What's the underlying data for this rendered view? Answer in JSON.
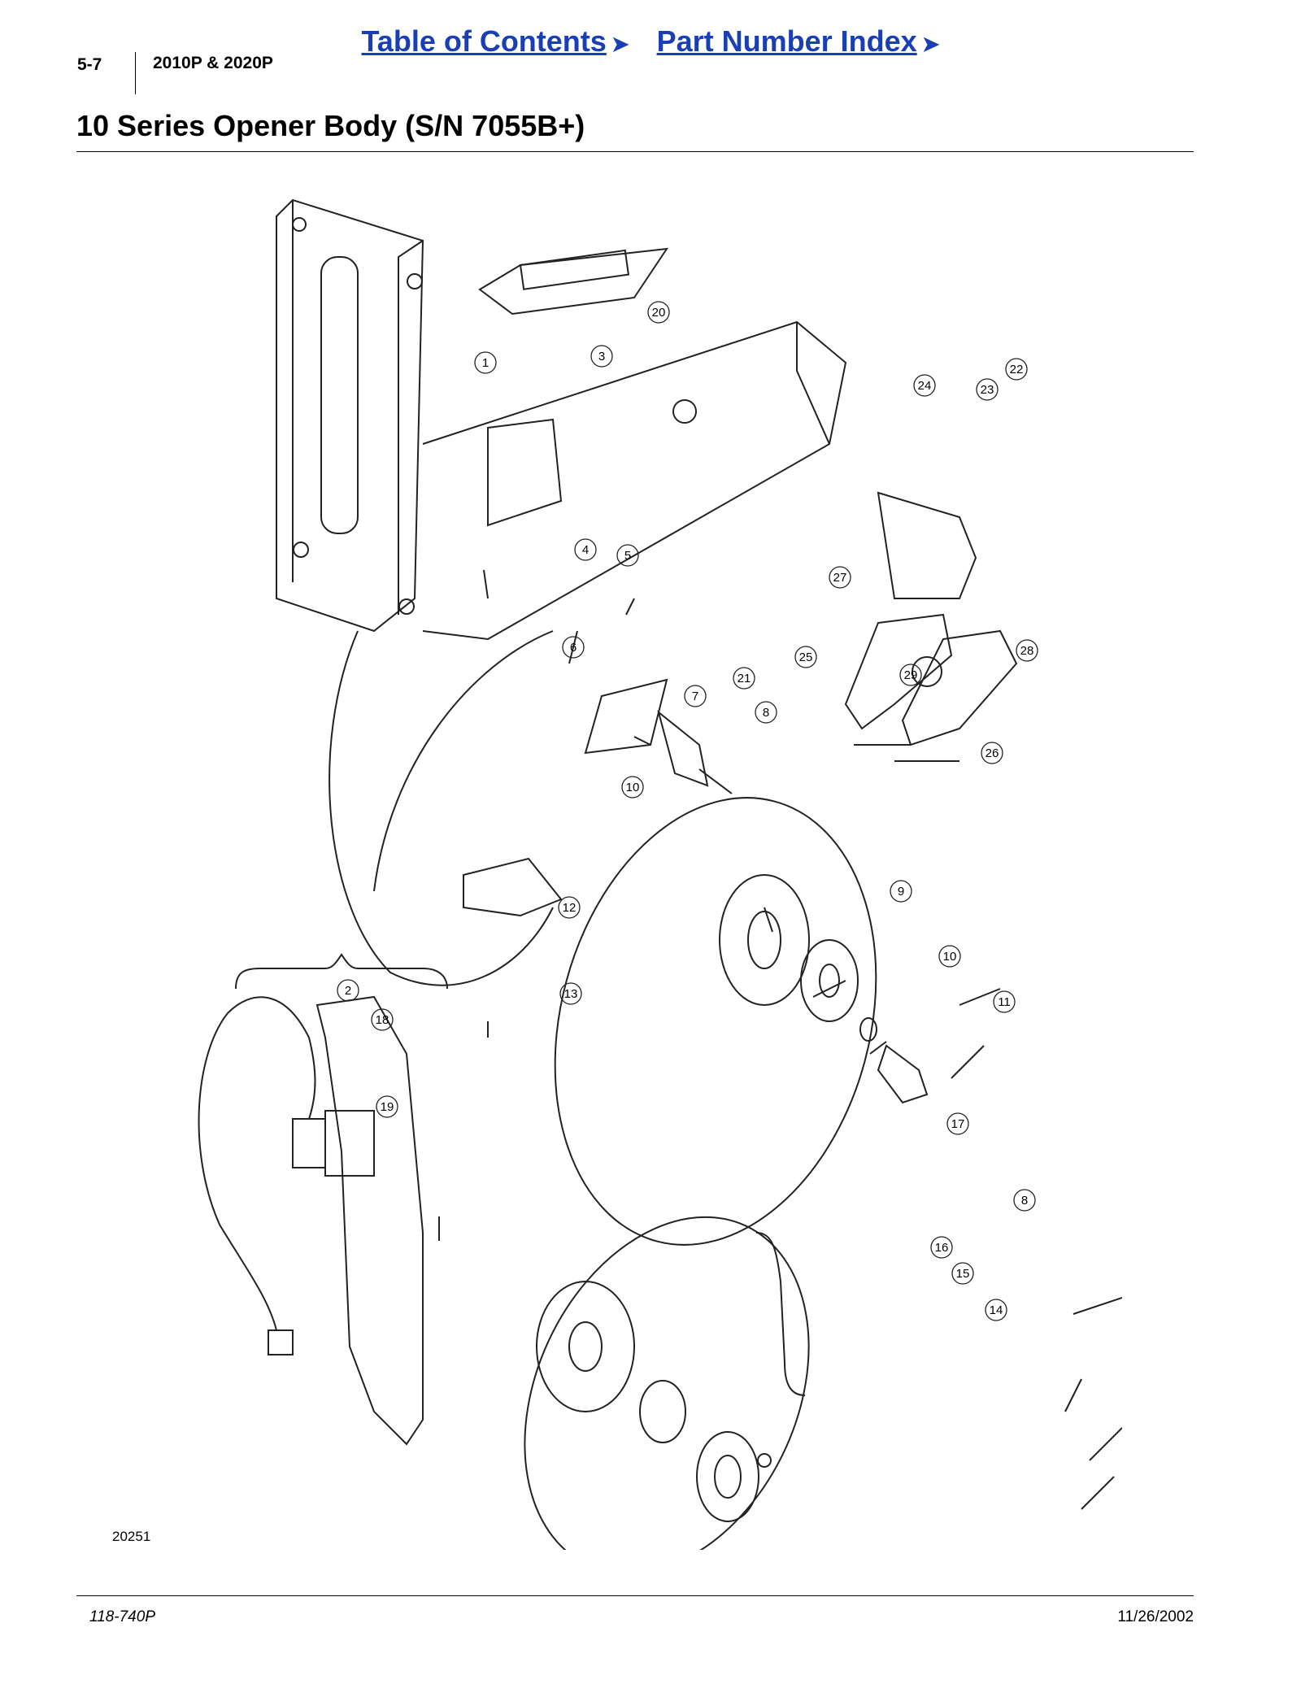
{
  "header": {
    "nav_links": [
      {
        "label": "Table of Contents"
      },
      {
        "label": "Part Number Index"
      }
    ],
    "page_number": "5-7",
    "model": "2010P & 2020P",
    "title": "10 Series Opener Body (S/N 7055B+)"
  },
  "figure": {
    "callouts": [
      "1",
      "2",
      "3",
      "4",
      "5",
      "6",
      "7",
      "8",
      "9",
      "10",
      "10",
      "11",
      "12",
      "13",
      "14",
      "15",
      "16",
      "17",
      "18",
      "19",
      "20",
      "21",
      "22",
      "23",
      "24",
      "25",
      "26",
      "27",
      "28",
      "29",
      "8"
    ],
    "figure_number": "20251"
  },
  "footer": {
    "doc_number": "118-740P",
    "date": "11/26/2002"
  }
}
